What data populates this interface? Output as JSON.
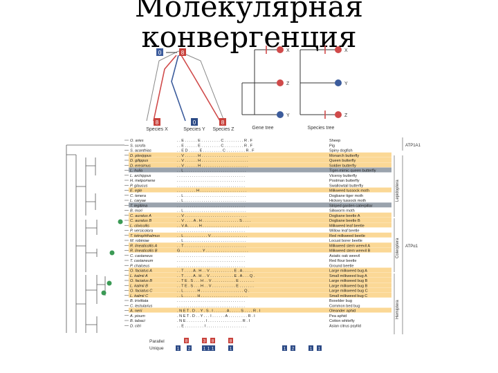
{
  "slide": {
    "title_line1": "Молекулярная",
    "title_line2": "конвергенция"
  },
  "colors": {
    "highlight_orange": "#fbd896",
    "highlight_gray": "#9aa3ad",
    "substitution_red": "#c8413b",
    "unique_blue": "#2c4a86",
    "node_green": "#3b9a55",
    "branch_red": "#d04a4a",
    "branch_blue": "#3c5c9c"
  },
  "top_panel": {
    "species_labels": [
      "Species X",
      "Species Y",
      "Species Z"
    ],
    "gene_tree_label": "Gene tree",
    "species_tree_label": "Species tree",
    "gene_tree_tips": [
      "X",
      "Z",
      "Y"
    ],
    "species_tree_tips": [
      "X",
      "Y",
      "Z"
    ],
    "root_left": "0",
    "root_right": "8",
    "badges": [
      "8",
      "0",
      "8"
    ]
  },
  "species": [
    {
      "name": "O. aries",
      "common": "Sheep",
      "band": "none",
      "seq": ". . E . . . . . . E . . . . . . . . . C . . . . . . . . . R . F"
    },
    {
      "name": "S. scrofa",
      "common": "Pig",
      "band": "none",
      "seq": ". . E . . . . . . E . . . . . . . . . C . . . . . . . . . R . F"
    },
    {
      "name": "S. acanthias",
      "common": "Spiny dogfish",
      "band": "none",
      "seq": ". . E D . . . . . E . . . . . . . . . C . . . . . . . . . R . F"
    },
    {
      "name": "D. plexippus",
      "common": "Monarch butterfly",
      "band": "orange",
      "seq": ". . V . . . . . . H . . . . . . . . . . . . . . . . . . . . . ."
    },
    {
      "name": "D. gilippus",
      "common": "Queen butterfly",
      "band": "orange",
      "seq": ". . V . . . . . . H . . . . . . . . . . . . . . . . . . . . . ."
    },
    {
      "name": "D. eresimus",
      "common": "Soldier butterfly",
      "band": "orange",
      "seq": ". . V . . . . . . H . . . . . . . . . . . . . . . . . . . . . ."
    },
    {
      "name": "L. hulia",
      "common": "Tiger-mimic queen butterfly",
      "band": "gray",
      "seq": ". . L . . . . . . . . . . . . . . . . . . . . . . . . . . . . ."
    },
    {
      "name": "L. archippus",
      "common": "Viceroy butterfly",
      "band": "none",
      "seq": ". . . . . . . . . . . . . . . . . . . . . . . . . . . . . . . ."
    },
    {
      "name": "H. melpomene",
      "common": "Postman butterfly",
      "band": "none",
      "seq": ". . . . . . . . . . . . . . . . . . . . . . . . . . . . . . . ."
    },
    {
      "name": "P. glaucus",
      "common": "Swallowtail butterfly",
      "band": "none",
      "seq": ". . . . . . . . . . . . . . . . . . . . . . . . . . . . . . . ."
    },
    {
      "name": "E. egle",
      "common": "Milkweed tussock moth",
      "band": "orange",
      "seq": ". . . . . . . . . H . . . . . . . . . . . . . . . . . . . . . ."
    },
    {
      "name": "C. tenera",
      "common": "Dogbane tiger moth",
      "band": "none",
      "seq": ". . L . . . . . . . . . . . . . . . . . . . . . . . . . . . . ."
    },
    {
      "name": "L. caryae",
      "common": "Hickory tussock moth",
      "band": "none",
      "seq": ". . L . . . . . . . . . . . . . . . . . . . . . . . . . . . . ."
    },
    {
      "name": "T. legitima",
      "common": "Striped garden caterpillar",
      "band": "gray",
      "seq": ". . . . . . . . . . . . . . . . . . . . . . . . . . . . . . . ."
    },
    {
      "name": "B. mori",
      "common": "Silkworm moth",
      "band": "none",
      "seq": ". . L . . . . . . . . . . . . . . . . . . . . . . . . . . . . ."
    },
    {
      "name": "C. auratus A",
      "common": "Dogbane beetle A",
      "band": "orange",
      "seq": ". . V . . . . . . . . . . . . . . . . . . . . . . . . . . . . ."
    },
    {
      "name": "C. auratus B",
      "common": "Dogbane beetle B",
      "band": "orange",
      "seq": ". . V . . . . A . H . . . . . . . . . . . . . . . . . S . . . ."
    },
    {
      "name": "L. clivicollis",
      "common": "Milkweed leaf beetle",
      "band": "orange",
      "seq": ". . V A . . . . . H . . . . . . . . . . . . . . . . . . . . . ."
    },
    {
      "name": "P. versicolora",
      "common": "Willow leaf beetle",
      "band": "none",
      "seq": ". . . . . . . . . . . . . . . . . . . . . . . . . . . . . . . ."
    },
    {
      "name": "T. tetrophthalmus",
      "common": "Red milkweed beetle",
      "band": "orange",
      "seq": ". . L . . . . . . . . . . . V . . . . . . . . . . . . . . . . ."
    },
    {
      "name": "M. robiniae",
      "common": "Locust borer beetle",
      "band": "none",
      "seq": ". . L . . . . . . . . . . . . . . . . . . . . . . . . . . . . ."
    },
    {
      "name": "R. lineaticollis A",
      "common": "Milkweed stem weevil A",
      "band": "orange",
      "seq": ". . T . . . . . . . . . . . . . . . . . . . . . . . . . . . . ."
    },
    {
      "name": "R. lineaticollis B",
      "common": "Milkweed stem weevil B",
      "band": "orange",
      "seq": "G . . . . . . . . . . Y . . . . . . . . . . . . . . . . . . . ."
    },
    {
      "name": "C. castaneus",
      "common": "Asiatic oak weevil",
      "band": "none",
      "seq": ". . . . . . . . . . . . . . . . . . . . . . . . . . . . . . . ."
    },
    {
      "name": "T. castaneum",
      "common": "Red flour beetle",
      "band": "none",
      "seq": ". . . . . . . . . . . . . . . . . . . . . . . . . . . . . . . ."
    },
    {
      "name": "P. chalceus",
      "common": "Ground beetle",
      "band": "none",
      "seq": ". . . . . . . . . . . . . . . . . . . . . . . . . . . . . . . ."
    },
    {
      "name": "O. faciatus A",
      "common": "Large milkweed bug A",
      "band": "orange",
      "seq": ". . T . . . . A . H . . V . . . . . . . . . . . E . A . . . . ."
    },
    {
      "name": "L. kalmii A",
      "common": "Small milkweed bug A",
      "band": "orange",
      "seq": ". . T . . . . A . H . . V . . . . . . . . . . . E . A . . . Q ."
    },
    {
      "name": "O. faciatus B",
      "common": "Large milkweed bug B",
      "band": "orange",
      "seq": ". . T E . S . . . H . . V . . . . . . . . . . . E . . . . . . ."
    },
    {
      "name": "L. kalmii B",
      "common": "Large milkweed bug B",
      "band": "orange",
      "seq": ". . T E . S . . . H . . V . . . . . . . . . . . E . . . . . . ."
    },
    {
      "name": "O. faciatus C",
      "common": "Large milkweed bug C",
      "band": "orange",
      "seq": ". . L . . . . . . H . . . . . . . . . . . . . . . . . . . . Q ."
    },
    {
      "name": "L. kalmii C",
      "common": "Small milkweed bug C",
      "band": "orange",
      "seq": ". . L . . . . . . H . . . . . . . . . . . . . . . . . . . . . ."
    },
    {
      "name": "B. trivittata",
      "common": "Boxelder bug",
      "band": "none",
      "seq": ". . . . . . . . . . . . . . . . . . . . . . . . . . . . . . . ."
    },
    {
      "name": "C. lectularius",
      "common": "Common bed bug",
      "band": "none",
      "seq": ". . . . . . . . . . . . . . . . . . . . . . . . . . . . . . . ."
    },
    {
      "name": "A. nerii",
      "common": "Oleander aphid",
      "band": "orange",
      "seq": ". N E T . D . . Y . S . I . . . . . . A . . . . . S . . . . R . I"
    },
    {
      "name": "A. pisum",
      "common": "Pea aphid",
      "band": "none",
      "seq": ". N E T . D . . Y . . . I . . . . . . A . . . . . . . . . R . I"
    },
    {
      "name": "B. tabaci",
      "common": "Cotton whitefly",
      "band": "none",
      "seq": ". N E . . . . . . . . . I . . . . . . . . . . . . . . . . R . I"
    },
    {
      "name": "D. citri",
      "common": "Asian citrus psyllid",
      "band": "none",
      "seq": ". . E . . . . . . . . . I . . . . . . . . . . . . . . . . . . ."
    }
  ],
  "groups": {
    "atp1a1": "ATP1A1",
    "atpa1": "ATPα1",
    "lepidoptera": "Lepidoptera",
    "coleoptera": "Coleoptera",
    "hemiptera": "Hemiptera"
  },
  "bottom": {
    "parallel_label": "Parallel",
    "unique_label": "Unique",
    "parallel_counts": [
      "8",
      "3",
      "8",
      "8"
    ],
    "unique_counts": [
      "1",
      "2",
      "1",
      "1",
      "1",
      "1",
      "1",
      "2",
      "1",
      "1"
    ]
  }
}
